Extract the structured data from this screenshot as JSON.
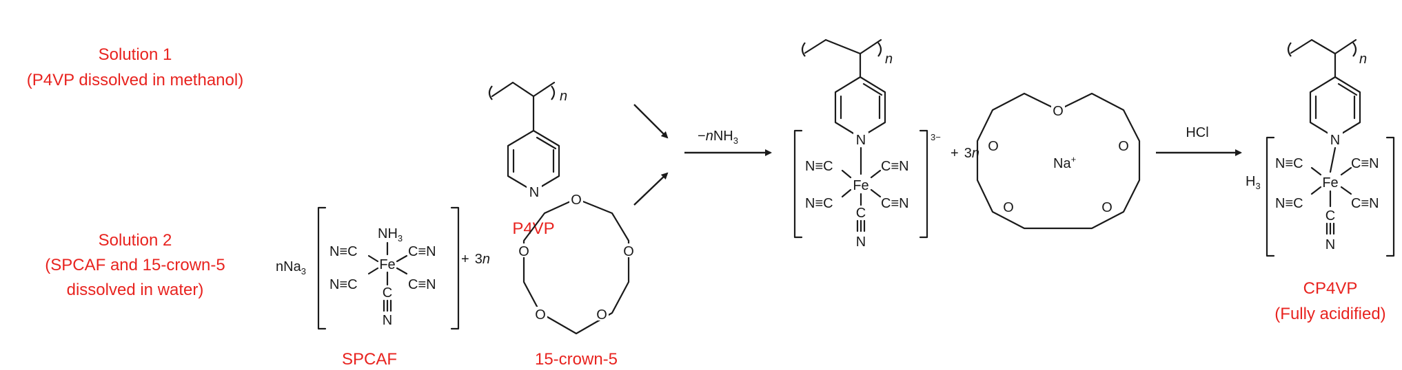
{
  "labels": {
    "solution1_title": "Solution 1",
    "solution1_desc": "(P4VP dissolved in methanol)",
    "solution2_title": "Solution 2",
    "solution2_line2": "(SPCAF and 15-crown-5",
    "solution2_line3": "dissolved in water)",
    "p4vp": "P4VP",
    "spcaf": "SPCAF",
    "crown": "15-crown-5",
    "cp4vp": "CP4VP",
    "cp4vp_sub": "(Fully acidified)"
  },
  "reaction": {
    "arrow1_label_minus": "−",
    "arrow1_label_n": "n",
    "arrow1_label_nh": "NH",
    "arrow1_label_sub": "3",
    "arrow2_label": "HCl",
    "coef_nna": "nNa",
    "coef_nna_sub": "3",
    "plus": "+",
    "three": "3",
    "n": "n",
    "charge": "3−",
    "na": "Na",
    "na_charge": "+",
    "h3": "H",
    "h3_sub": "3"
  },
  "atoms": {
    "fe": "Fe",
    "n": "N",
    "c": "C",
    "o": "O",
    "nh3": "NH",
    "nh3_sub": "3",
    "cyano_left": "N≡C",
    "cyano_right": "C≡N",
    "poly_n": "n"
  },
  "colors": {
    "label": "#e8231f",
    "structure": "#1a1a1a"
  }
}
